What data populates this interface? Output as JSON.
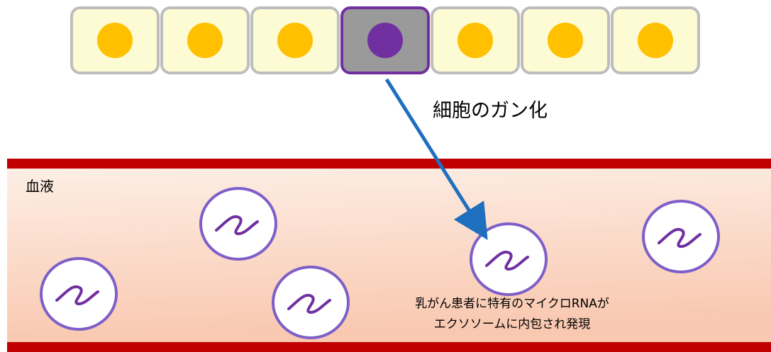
{
  "labels": {
    "cancer_transformation": "細胞のガン化",
    "blood": "血液",
    "annotation_line1": "乳がん患者に特有のマイクロRNAが",
    "annotation_line2": "エクソソームに内包され発現"
  },
  "cells": {
    "count": 7,
    "cancer_index": 3
  },
  "colors": {
    "cell_fill": "#FDFBD3",
    "cell_border": "#BDBDBD",
    "nucleus": "#FFC000",
    "cancer_cell_fill": "#9A9A9A",
    "cancer_cell_border": "#7030A0",
    "cancer_nucleus": "#7030A0",
    "vessel_wall": "#C00000",
    "blood_top": "#FDEFE6",
    "blood_bottom": "#F9C8B0",
    "arrow": "#1F6FBF",
    "exosome_border": "#7E5FC8",
    "exosome_fill": "#FFFFFF",
    "microrna": "#7030A0"
  }
}
